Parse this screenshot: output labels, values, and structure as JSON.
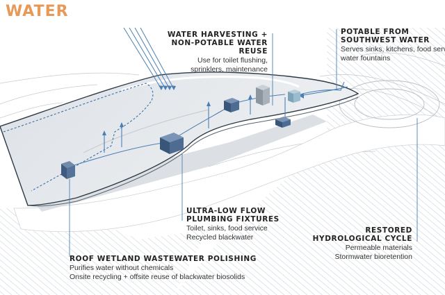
{
  "title": "WATER",
  "callouts": {
    "harvesting": {
      "head1": "WATER HARVESTING +",
      "head2": "NON-POTABLE WATER REUSE",
      "line1": "Use for toilet flushing,",
      "line2": "sprinklers, maintenance"
    },
    "potable": {
      "head1": "POTABLE FROM",
      "head2": "SOUTHWEST WATER",
      "line1": "Serves sinks, kitchens, food serv",
      "line2": "water fountains"
    },
    "fixtures": {
      "head1": "ULTRA-LOW FLOW",
      "head2": "PLUMBING FIXTURES",
      "line1": "Toilet, sinks, food service",
      "line2": "Recycled blackwater"
    },
    "hydrological": {
      "head1": "RESTORED",
      "head2": "HYDROLOGICAL CYCLE",
      "line1": "Permeable materials",
      "line2": "Stormwater bioretention"
    },
    "wetland": {
      "head1": "ROOF WETLAND WASTEWATER POLISHING",
      "line1": "Purifies water without chemicals",
      "line2": "Onsite recycling + offsite reuse of blackwater biosolids"
    }
  },
  "colors": {
    "title": "#e79a58",
    "pipe": "#4a7fb5",
    "box": "#4a6590",
    "box_light": "#8fb1c7",
    "hatch": "#c7d2da",
    "roof": "#e4e8ec"
  }
}
